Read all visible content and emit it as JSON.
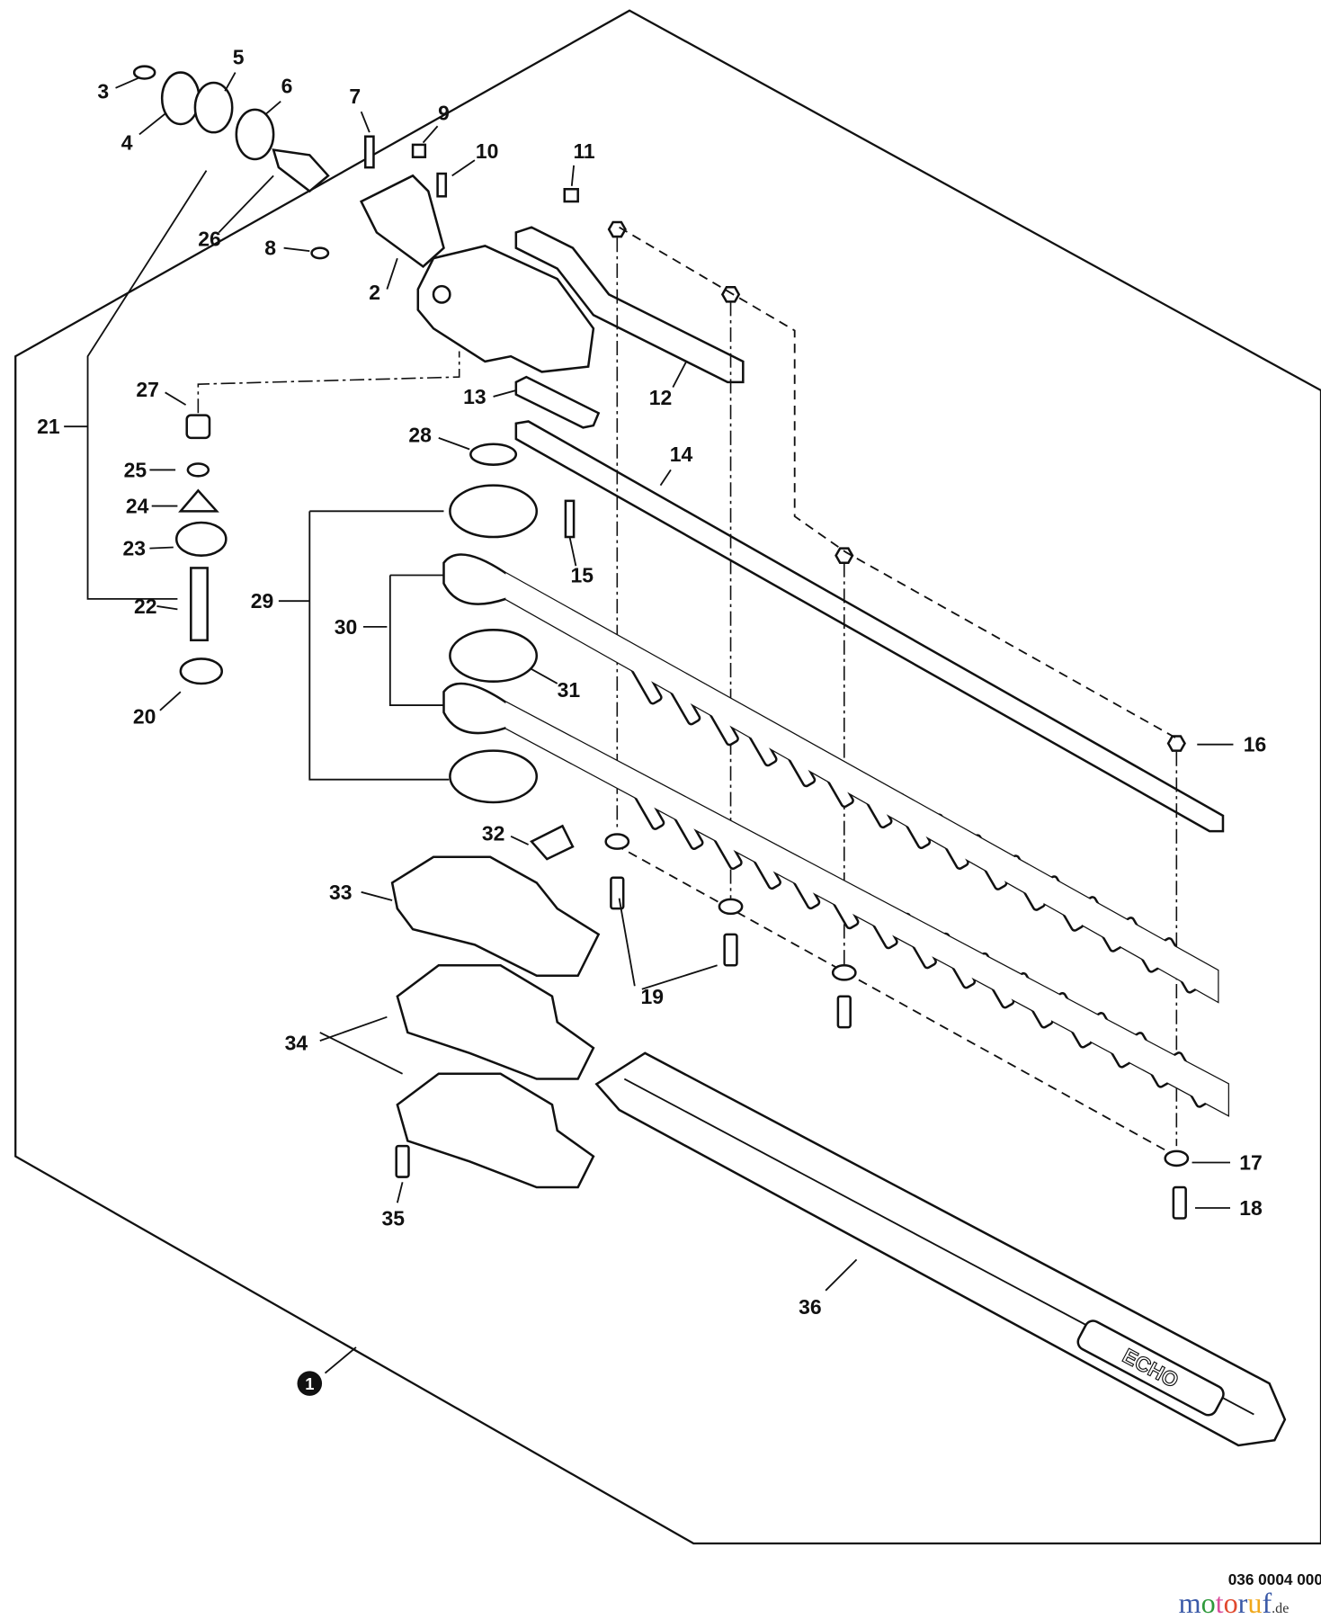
{
  "diagram": {
    "assembly_number": "1",
    "part_labels": [
      "2",
      "3",
      "4",
      "5",
      "6",
      "7",
      "8",
      "9",
      "10",
      "11",
      "12",
      "13",
      "14",
      "15",
      "16",
      "17",
      "18",
      "19",
      "20",
      "21",
      "22",
      "23",
      "24",
      "25",
      "26",
      "27",
      "28",
      "29",
      "30",
      "31",
      "32",
      "33",
      "34",
      "35",
      "36"
    ],
    "logo_text": "ECHO",
    "footer_code": "036 0004 000",
    "watermark": {
      "text": "motoruf",
      "suffix": ".de",
      "colors": [
        "#3b5aa8",
        "#2f9a3c",
        "#d94f9c",
        "#e0492e",
        "#3b5aa8",
        "#f0a81c"
      ]
    }
  }
}
